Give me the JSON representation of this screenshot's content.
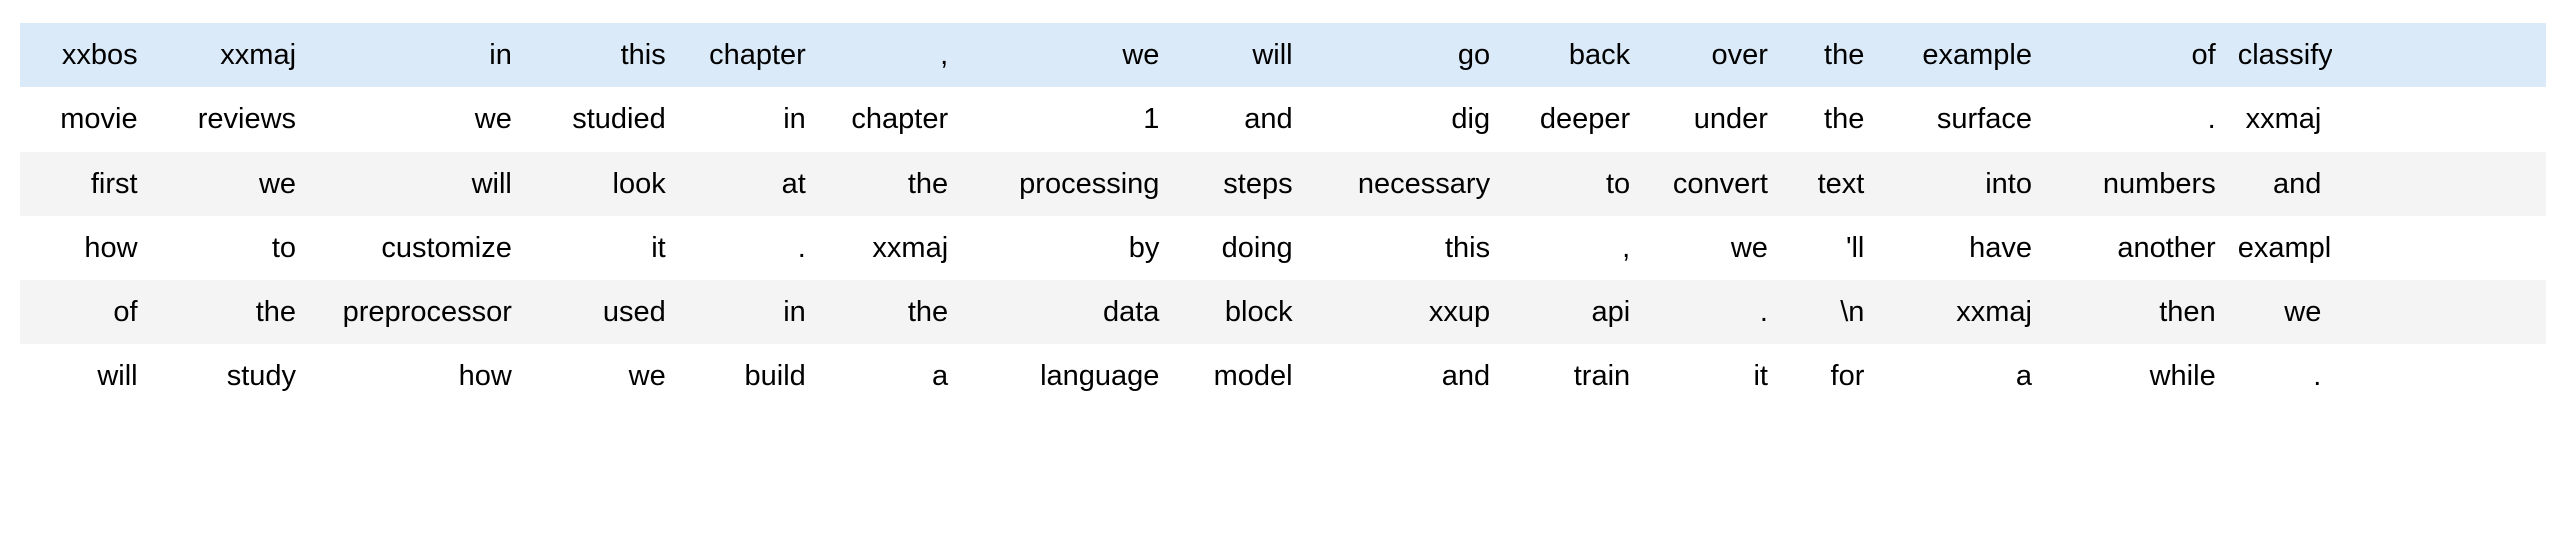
{
  "table": {
    "name": "token-dataframe",
    "column_count": 16,
    "row_count": 6,
    "colors": {
      "highlight_row_bg": "#daeaf8",
      "striped_row_bg": "#f4f4f4",
      "plain_row_bg": "#ffffff",
      "text": "#000000",
      "page_bg": "#ffffff"
    },
    "column_widths_pct": [
      5.6,
      6.9,
      9.4,
      6.7,
      6.1,
      6.2,
      9.2,
      5.8,
      8.6,
      6.1,
      6.0,
      4.2,
      7.3,
      8.0,
      4.6,
      9.3
    ],
    "rows": [
      {
        "style": "highlight",
        "cells": [
          "xxbos",
          "xxmaj",
          "in",
          "this",
          "chapter",
          ",",
          "we",
          "will",
          "go",
          "back",
          "over",
          "the",
          "example",
          "of",
          "classifying"
        ]
      },
      {
        "style": "plain",
        "cells": [
          "movie",
          "reviews",
          "we",
          "studied",
          "in",
          "chapter",
          "1",
          "and",
          "dig",
          "deeper",
          "under",
          "the",
          "surface",
          ".",
          "xxmaj"
        ]
      },
      {
        "style": "striped",
        "cells": [
          "first",
          "we",
          "will",
          "look",
          "at",
          "the",
          "processing",
          "steps",
          "necessary",
          "to",
          "convert",
          "text",
          "into",
          "numbers",
          "and"
        ]
      },
      {
        "style": "plain",
        "cells": [
          "how",
          "to",
          "customize",
          "it",
          ".",
          "xxmaj",
          "by",
          "doing",
          "this",
          ",",
          "we",
          "'ll",
          "have",
          "another",
          "example"
        ]
      },
      {
        "style": "striped",
        "cells": [
          "of",
          "the",
          "preprocessor",
          "used",
          "in",
          "the",
          "data",
          "block",
          "xxup",
          "api",
          ".",
          "\\n",
          "xxmaj",
          "then",
          "we"
        ]
      },
      {
        "style": "plain",
        "cells": [
          "will",
          "study",
          "how",
          "we",
          "build",
          "a",
          "language",
          "model",
          "and",
          "train",
          "it",
          "for",
          "a",
          "while",
          "."
        ]
      }
    ]
  }
}
